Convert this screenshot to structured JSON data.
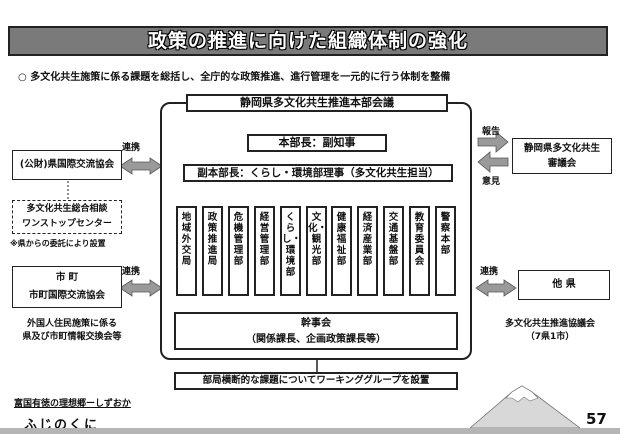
{
  "title": "政策の推進に向けた組織体制の強化",
  "intro": "○ 多文化共生施策に係る課題を総括し、全庁的な政策推進、進行管理を一元的に行う体制を整備",
  "council": "静岡県多文化共生推進本部会議",
  "director": "本部長：副知事",
  "deputy": "副本部長：くらし・環境部理事（多文化共生担当）",
  "departments": [
    "地域外交局",
    "政策推進局",
    "危機管理部",
    "経営管理部",
    "くらし・環境部",
    "文化・観光部",
    "健康福祉部",
    "経済産業部",
    "交通基盤部",
    "教育委員会",
    "警察本部"
  ],
  "kanjikai": {
    "line1": "幹事会",
    "line2": "（関係課長、企画政策課長等）"
  },
  "working_group": "部局横断的な課題についてワーキンググループを設置",
  "left": {
    "org1": "(公財)県国際交流協会",
    "renkei1": "連携",
    "onestop_line1": "多文化共生総合相談",
    "onestop_line2": "ワンストップセンター",
    "note": "※県からの委託により設置",
    "renkei2": "連携",
    "city_line1": "市 町",
    "city_line2": "市町国際交流協会",
    "network_line1": "外国人住民施策に係る",
    "network_line2": "県及び市町情報交換会等"
  },
  "right": {
    "houkoku": "報告",
    "council_line1": "静岡県多文化共生",
    "council_line2": "審議会",
    "iken": "意見",
    "renkei": "連携",
    "other": "他 県",
    "conference_line1": "多文化共生推進協議会",
    "conference_line2": "（7県1市）"
  },
  "footer": {
    "slogan": "富国有徳の理想郷ーしずおか",
    "brand": "ふじのくに",
    "page": "57"
  },
  "colors": {
    "title_bg": "#7a7a7a",
    "arrow": "#9a9a9a",
    "border": "#222222"
  }
}
